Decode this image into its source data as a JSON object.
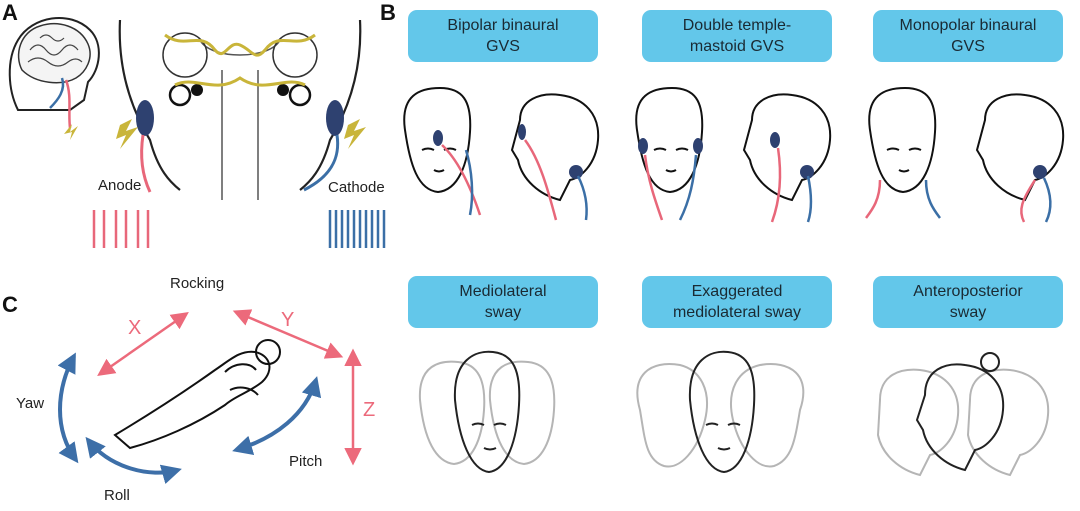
{
  "panels": {
    "a": "A",
    "b": "B",
    "c": "C"
  },
  "panel_a": {
    "anode": "Anode",
    "cathode": "Cathode"
  },
  "panel_b": {
    "top_boxes": [
      {
        "line1": "Bipolar binaural",
        "line2": "GVS"
      },
      {
        "line1": "Double temple-",
        "line2": "mastoid GVS"
      },
      {
        "line1": "Monopolar binaural",
        "line2": "GVS"
      }
    ],
    "bottom_boxes": [
      {
        "line1": "Mediolateral",
        "line2": "sway"
      },
      {
        "line1": "Exaggerated",
        "line2": "mediolateral sway"
      },
      {
        "line1": "Anteroposterior",
        "line2": "sway"
      }
    ]
  },
  "panel_c": {
    "rocking": "Rocking",
    "yaw": "Yaw",
    "roll": "Roll",
    "pitch": "Pitch",
    "x": "X",
    "y": "Y",
    "z": "Z"
  },
  "colors": {
    "anode": "#e8677a",
    "cathode": "#3b6fa6",
    "nerve": "#c9b53a",
    "box": "#63c7ea",
    "electrode": "#2e4170"
  },
  "icons": [
    "brain-icon",
    "lightning-icon",
    "head-icon",
    "body-icon"
  ]
}
